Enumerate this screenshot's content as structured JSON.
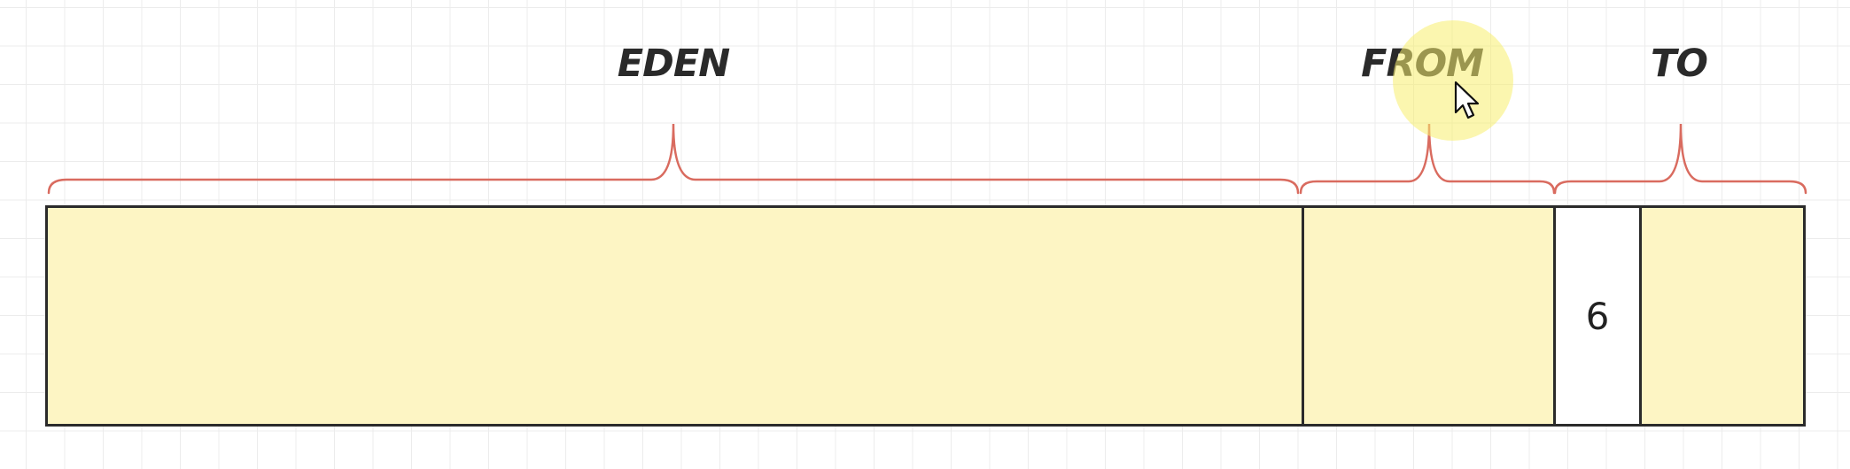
{
  "regions": {
    "eden": "EDEN",
    "from": "FROM",
    "to": "TO"
  },
  "object": {
    "age": "6"
  },
  "colors": {
    "brace": "#d96b5f",
    "region_fill": "#fdf5c4",
    "outline": "#2b2b2b",
    "cursor_highlight": "#f8ee6e"
  },
  "icons": {
    "cursor": "mouse-pointer-icon"
  }
}
